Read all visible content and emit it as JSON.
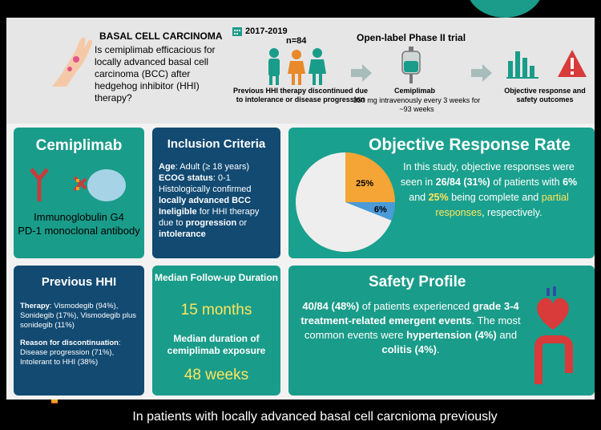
{
  "top": {
    "condition_title": "BASAL CELL CARCINOMA",
    "question": "Is cemiplimab efficacious for locally advanced basal cell carcinoma (BCC) after hedgehog inhibitor (HHI) therapy?",
    "years": "2017-2019",
    "n": "n=84",
    "trial_type": "Open-label Phase II trial",
    "population": "Previous HHI therapy discontinued due to intolerance or disease progression",
    "intervention_label": "Cemiplimab",
    "intervention_dose": "350 mg intravenously every 3 weeks for ~93 weeks",
    "outcomes": "Objective response and safety outcomes"
  },
  "cemiplimab": {
    "title": "Cemiplimab",
    "description_line1": "Immunoglobulin G4",
    "description_line2": "PD-1 monoclonal antibody"
  },
  "inclusion": {
    "title": "Inclusion Criteria",
    "age_label": "Age",
    "age_value": ": Adult (≥ 18 years)",
    "ecog_label": "ECOG status",
    "ecog_value": ": 0-1",
    "histo": "Histologically confirmed",
    "locally_advanced": "locally advanced BCC",
    "ineligible": "Ineligible",
    "for_hhi": " for HHI therapy",
    "due_to": "due to ",
    "progression": "progression",
    "or": " or",
    "intolerance": "intolerance"
  },
  "orr": {
    "title": "Objective Response Rate",
    "text_a": "In this study, objective responses were seen in ",
    "highlight": "26/84 (31%)",
    "text_b": " of patients with ",
    "complete_pct": "6%",
    "text_c": " and ",
    "partial_pct": "25%",
    "text_d": " being ",
    "complete_word": "complete",
    "text_e": " and ",
    "partial_words": "partial responses",
    "text_f": ", respectively."
  },
  "chart_data": {
    "type": "pie",
    "values": [
      25,
      6,
      69
    ],
    "labels": [
      "25%",
      "6%",
      ""
    ],
    "colors": [
      "#f4a535",
      "#4a9bd8",
      "#eeeeee"
    ]
  },
  "previous_hhi": {
    "title": "Previous HHI",
    "therapy_label": "Therapy",
    "therapy_value": ": Vismodegib (94%), Sonidegib (17%), Vismodegib plus sonidegib (11%)",
    "reason_label": "Reason for discontinuation",
    "reason_value": ": Disease progression (71%), Intolerant to HHI (38%)"
  },
  "followup": {
    "title1": "Median Follow-up Duration",
    "value1": "15 months",
    "title2": "Median duration of cemiplimab exposure",
    "value2": "48 weeks"
  },
  "safety": {
    "title": "Safety Profile",
    "text_a": "40/84 (48%)",
    "text_b": " of patients experienced ",
    "grade": "grade 3-4 treatment-related emergent events",
    "text_c": ". The most common events were ",
    "hypertension": "hypertension (4%)",
    "text_d": " and ",
    "colitis": "colitis (4%)",
    "text_e": "."
  },
  "bottom": {
    "text": "In patients with locally advanced basal cell carcnioma previously"
  }
}
